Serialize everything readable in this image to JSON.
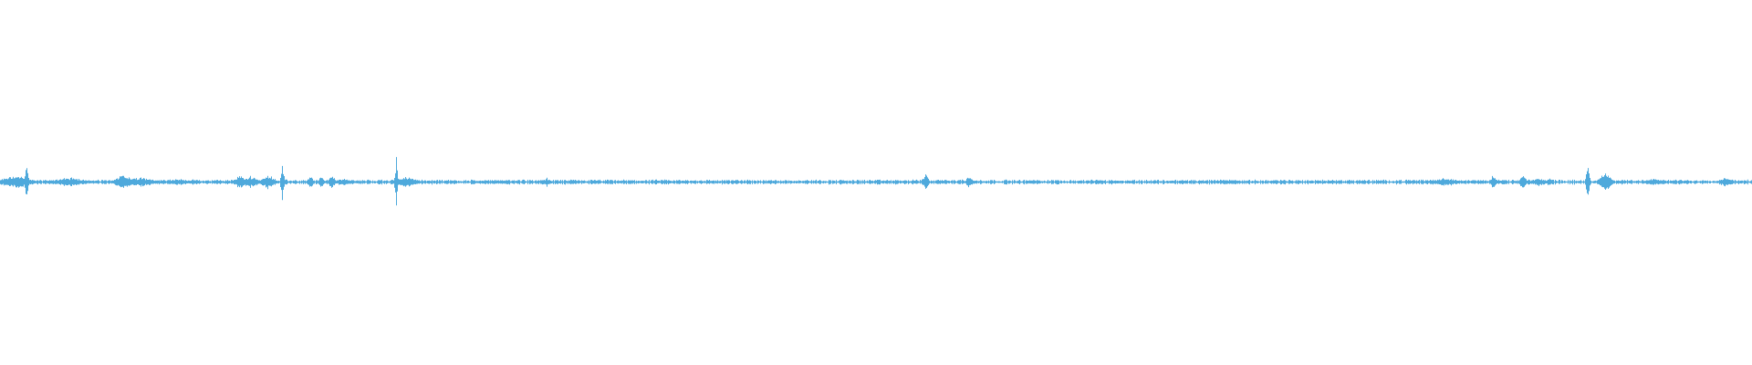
{
  "waveform": {
    "color": "#4ea9dc",
    "background": "#ffffff",
    "baseline_amplitude": 0.006,
    "bursts": [
      {
        "pos": 0.009,
        "amp": 0.02,
        "width": 0.01
      },
      {
        "pos": 0.015,
        "amp": 0.055,
        "width": 0.001
      },
      {
        "pos": 0.04,
        "amp": 0.014,
        "width": 0.012
      },
      {
        "pos": 0.07,
        "amp": 0.022,
        "width": 0.006
      },
      {
        "pos": 0.08,
        "amp": 0.014,
        "width": 0.01
      },
      {
        "pos": 0.101,
        "amp": 0.01,
        "width": 0.012
      },
      {
        "pos": 0.137,
        "amp": 0.02,
        "width": 0.004
      },
      {
        "pos": 0.143,
        "amp": 0.018,
        "width": 0.006
      },
      {
        "pos": 0.153,
        "amp": 0.024,
        "width": 0.004
      },
      {
        "pos": 0.161,
        "amp": 0.055,
        "width": 0.001
      },
      {
        "pos": 0.177,
        "amp": 0.018,
        "width": 0.002
      },
      {
        "pos": 0.183,
        "amp": 0.016,
        "width": 0.002
      },
      {
        "pos": 0.189,
        "amp": 0.024,
        "width": 0.002
      },
      {
        "pos": 0.196,
        "amp": 0.012,
        "width": 0.006
      },
      {
        "pos": 0.226,
        "amp": 0.1,
        "width": 0.0008
      },
      {
        "pos": 0.231,
        "amp": 0.016,
        "width": 0.008
      },
      {
        "pos": 0.282,
        "amp": 0.007,
        "width": 0.012
      },
      {
        "pos": 0.312,
        "amp": 0.014,
        "width": 0.002
      },
      {
        "pos": 0.528,
        "amp": 0.026,
        "width": 0.002
      },
      {
        "pos": 0.553,
        "amp": 0.02,
        "width": 0.002
      },
      {
        "pos": 0.637,
        "amp": 0.006,
        "width": 0.004
      },
      {
        "pos": 0.7,
        "amp": 0.008,
        "width": 0.01
      },
      {
        "pos": 0.76,
        "amp": 0.006,
        "width": 0.01
      },
      {
        "pos": 0.825,
        "amp": 0.012,
        "width": 0.01
      },
      {
        "pos": 0.852,
        "amp": 0.022,
        "width": 0.002
      },
      {
        "pos": 0.869,
        "amp": 0.026,
        "width": 0.002
      },
      {
        "pos": 0.878,
        "amp": 0.012,
        "width": 0.006
      },
      {
        "pos": 0.884,
        "amp": 0.014,
        "width": 0.002
      },
      {
        "pos": 0.906,
        "amp": 0.055,
        "width": 0.0012
      },
      {
        "pos": 0.916,
        "amp": 0.028,
        "width": 0.004
      },
      {
        "pos": 0.944,
        "amp": 0.01,
        "width": 0.008
      },
      {
        "pos": 0.985,
        "amp": 0.016,
        "width": 0.004
      }
    ]
  }
}
